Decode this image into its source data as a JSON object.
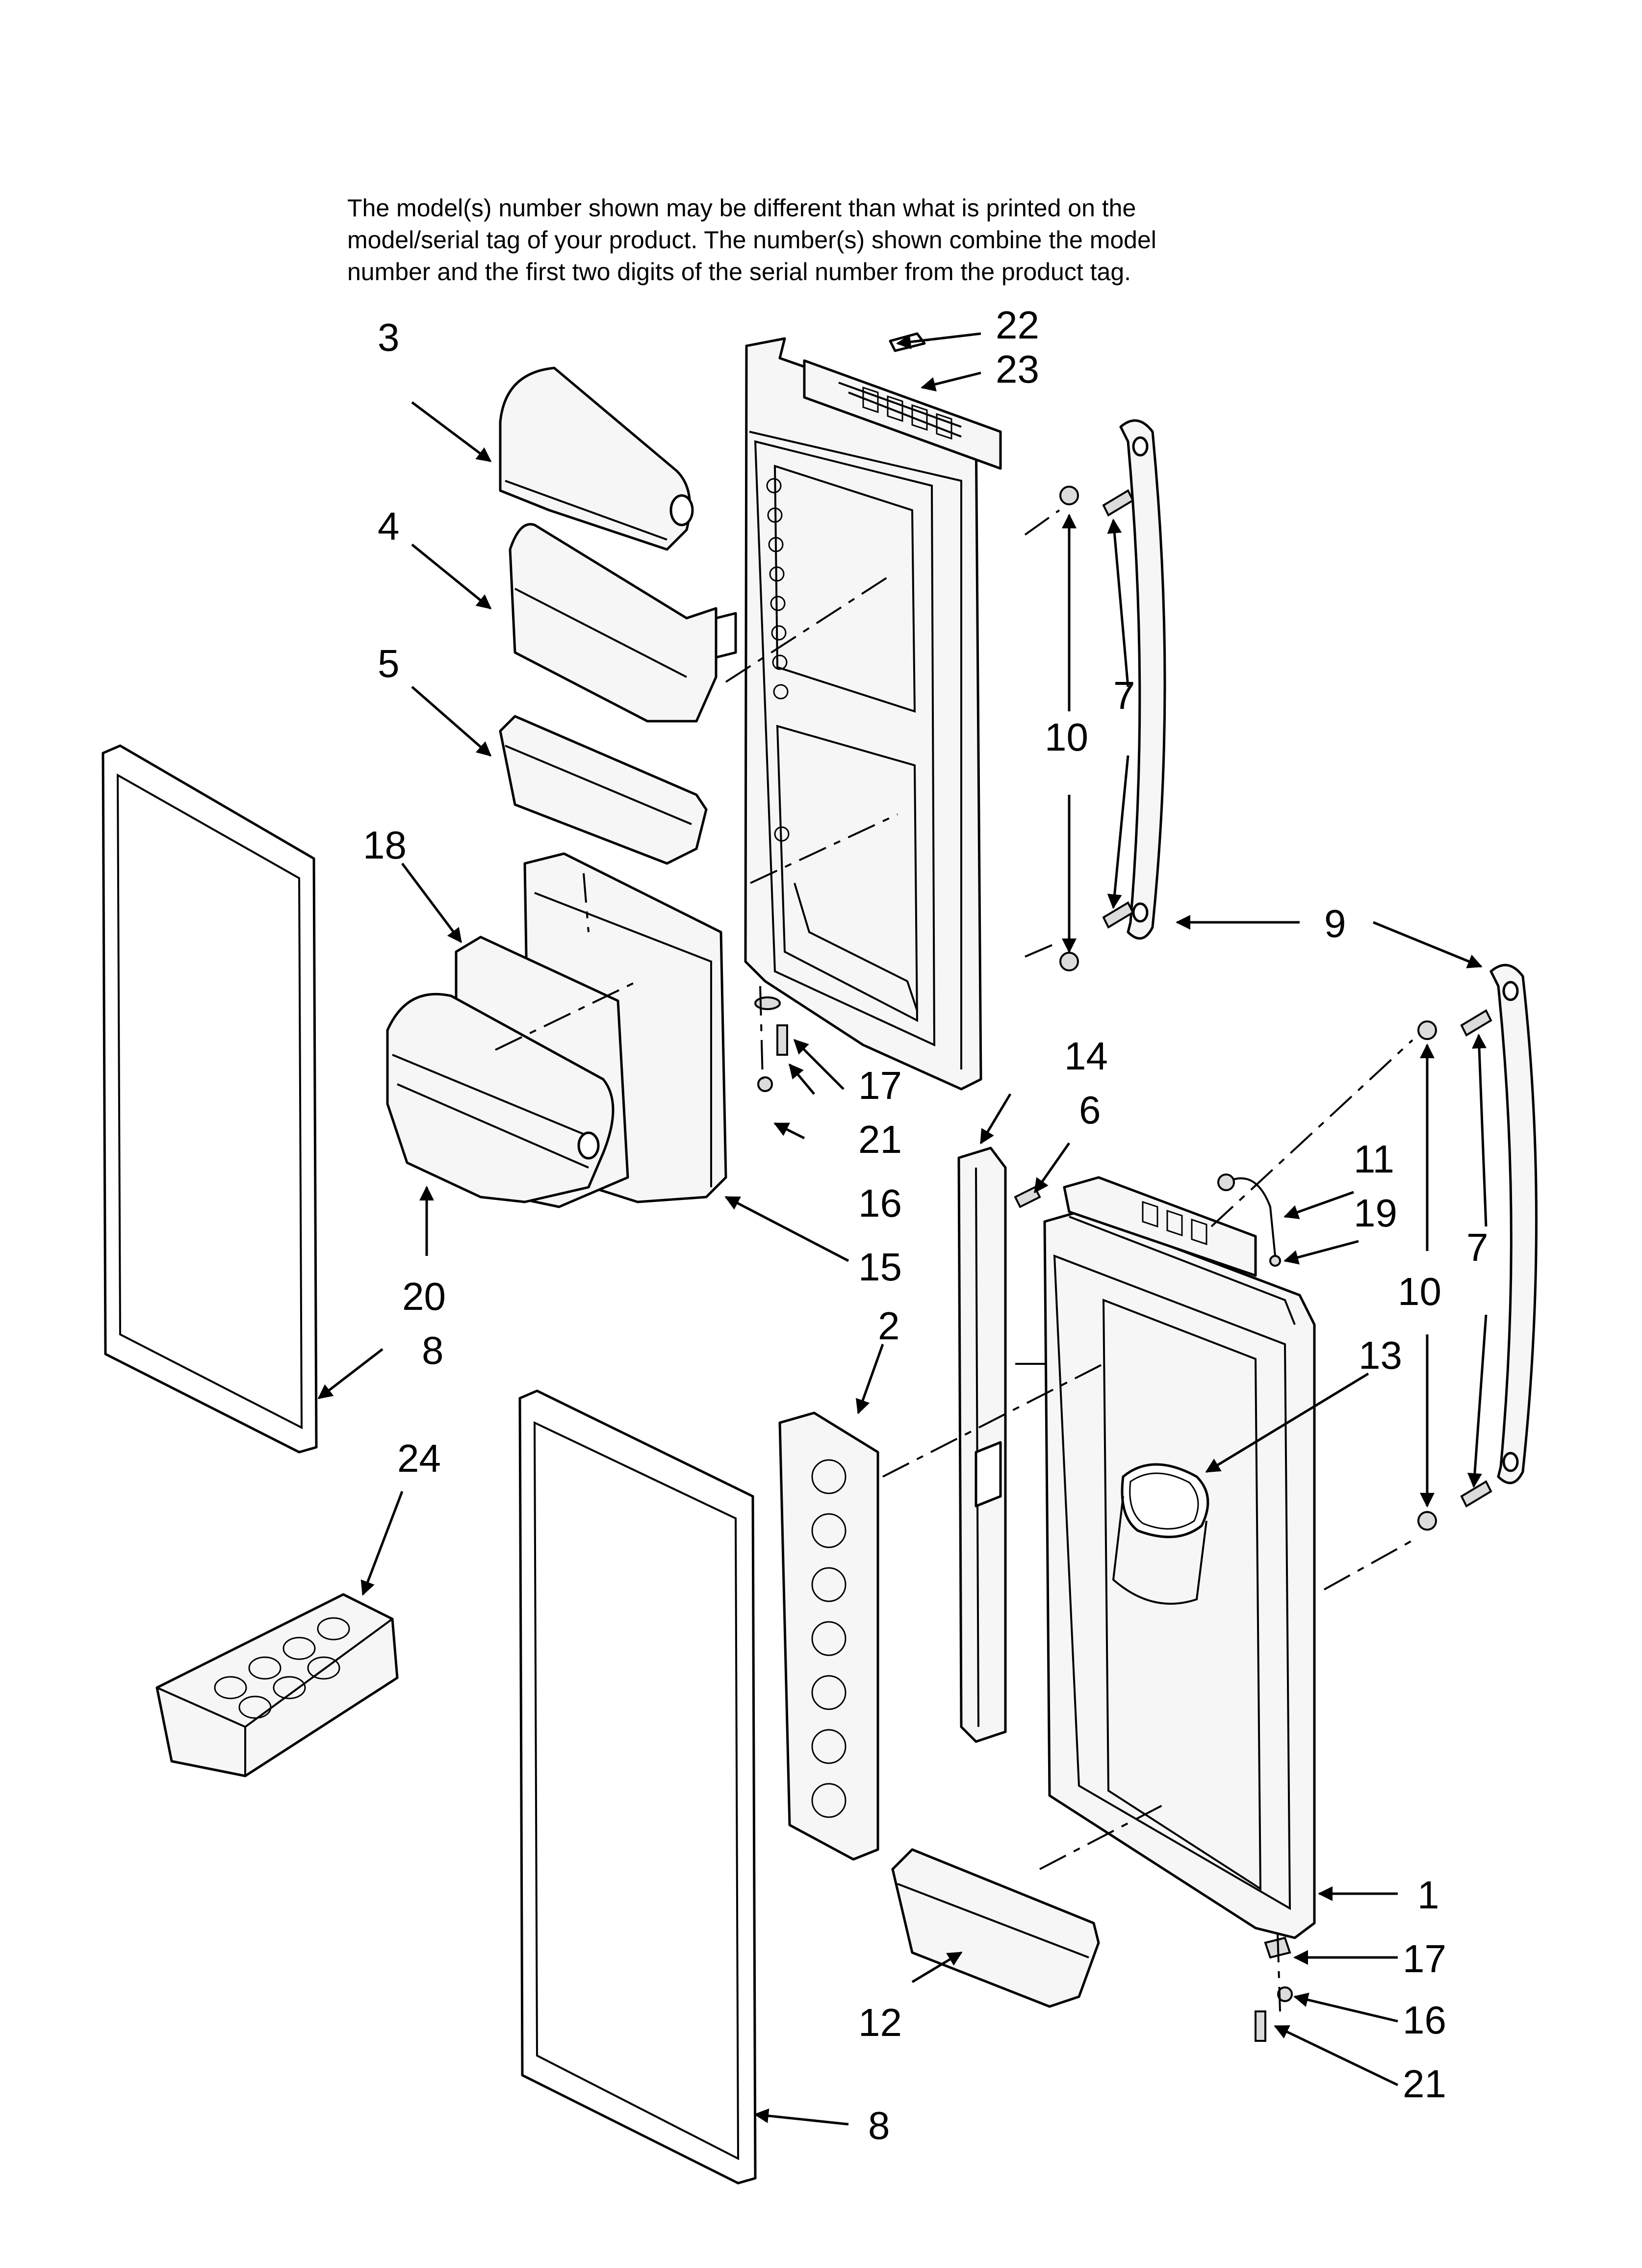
{
  "notice": {
    "line1": "The model(s) number shown may be different than what is printed on the",
    "line2": "model/serial tag of your product. The number(s) shown combine the model",
    "line3": "number and the first two digits of the serial number from the product tag."
  },
  "callouts": {
    "c1": "1",
    "c2": "2",
    "c3": "3",
    "c4": "4",
    "c5": "5",
    "c6": "6",
    "c7a": "7",
    "c7b": "7",
    "c8a": "8",
    "c8b": "8",
    "c9": "9",
    "c10a": "10",
    "c10b": "10",
    "c11": "11",
    "c12": "12",
    "c13": "13",
    "c14": "14",
    "c15": "15",
    "c16a": "16",
    "c16b": "16",
    "c17a": "17",
    "c17b": "17",
    "c18": "18",
    "c19": "19",
    "c20": "20",
    "c21a": "21",
    "c21b": "21",
    "c22": "22",
    "c23": "23",
    "c24": "24"
  }
}
